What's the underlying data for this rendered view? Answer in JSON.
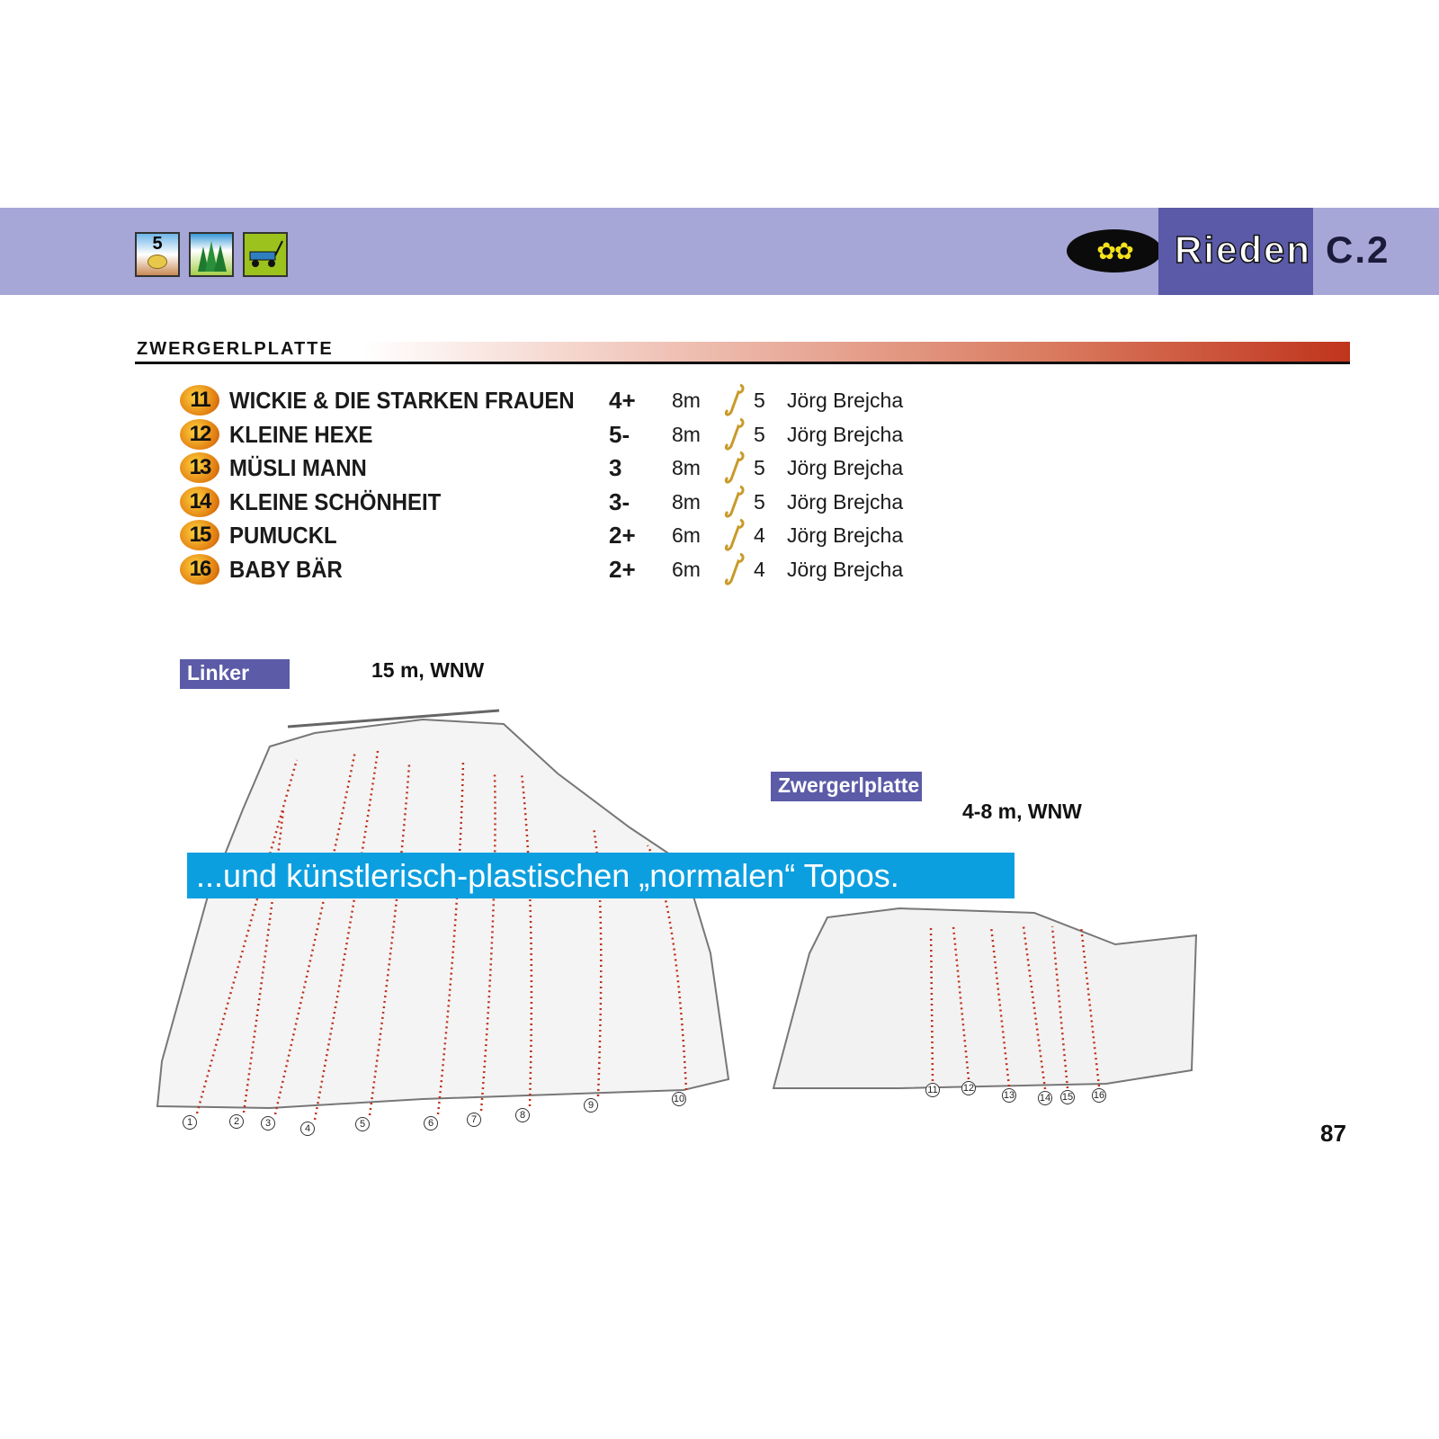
{
  "header": {
    "icons": [
      "difficulty-5-snail-icon",
      "forest-icon",
      "wagon-icon"
    ],
    "icon_digit": "5",
    "rating_stars": "✿✿",
    "area_name": "Rieden",
    "area_code": "C.2",
    "colors": {
      "band": "#a6a7d7",
      "area_block": "#5a5aa8"
    }
  },
  "section": {
    "title": "ZWERGERLPLATTE"
  },
  "routes": [
    {
      "num": "11",
      "name": "WICKIE & DIE STARKEN FRAUEN",
      "grade": "4+",
      "length": "8m",
      "bolts": "5",
      "author": "Jörg Brejcha"
    },
    {
      "num": "12",
      "name": "KLEINE HEXE",
      "grade": "5-",
      "length": "8m",
      "bolts": "5",
      "author": "Jörg Brejcha"
    },
    {
      "num": "13",
      "name": "MÜSLI MANN",
      "grade": "3",
      "length": "8m",
      "bolts": "5",
      "author": "Jörg Brejcha"
    },
    {
      "num": "14",
      "name": "KLEINE SCHÖNHEIT",
      "grade": "3-",
      "length": "8m",
      "bolts": "5",
      "author": "Jörg Brejcha"
    },
    {
      "num": "15",
      "name": "PUMUCKL",
      "grade": "2+",
      "length": "6m",
      "bolts": "4",
      "author": "Jörg Brejcha"
    },
    {
      "num": "16",
      "name": "BABY BÄR",
      "grade": "2+",
      "length": "6m",
      "bolts": "4",
      "author": "Jörg Brejcha"
    }
  ],
  "topo_left": {
    "label": "Linker Teil",
    "info": "15 m, WNW",
    "route_numbers": [
      "1",
      "2",
      "3",
      "4",
      "5",
      "6",
      "7",
      "8",
      "9",
      "10"
    ]
  },
  "topo_right": {
    "label": "Zwergerlplatte",
    "info": "4-8 m, WNW",
    "route_numbers": [
      "11",
      "12",
      "13",
      "14",
      "15",
      "16"
    ]
  },
  "banner": {
    "text": "...und künstlerisch-plastischen „normalen“ Topos."
  },
  "page_number": "87"
}
